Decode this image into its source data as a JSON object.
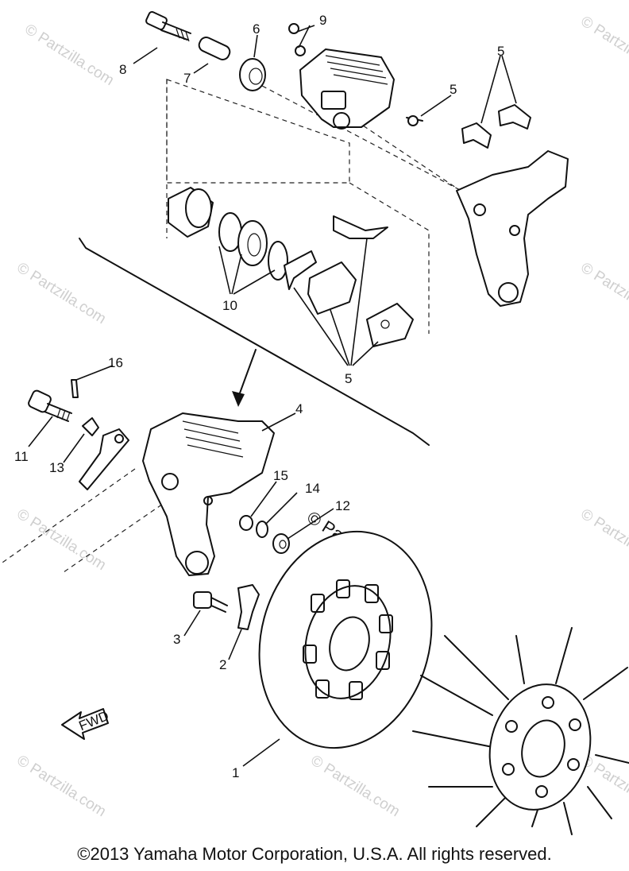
{
  "callouts": {
    "n1": "1",
    "n2": "2",
    "n3": "3",
    "n4": "4",
    "n5a": "5",
    "n5b": "5",
    "n5c": "5",
    "n6": "6",
    "n7": "7",
    "n8": "8",
    "n9": "9",
    "n10": "10",
    "n11": "11",
    "n12": "12",
    "n13": "13",
    "n14": "14",
    "n15": "15",
    "n16": "16"
  },
  "fwd_label": "FWD",
  "watermark": "© Partzilla.com",
  "copyright": "©2013  Yamaha Motor Corporation, U.S.A. All rights reserved."
}
